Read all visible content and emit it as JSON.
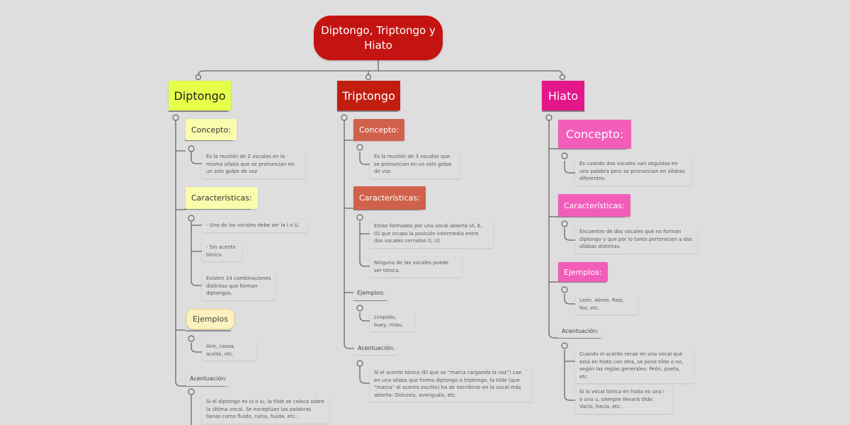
{
  "root": {
    "title": "Diptongo, Triptongo y Hiato"
  },
  "branches": {
    "diptongo": {
      "title": "Diptongo",
      "concepto": {
        "label": "Concepto:",
        "text": "Es la reunión de 2 vocales en la misma sílaba que se pronuncian en un solo golpe de voz"
      },
      "caracteristicas": {
        "label": "Características:",
        "items": [
          "- Una de las vocales debe ser la  i  o U.",
          "- Sin acento tónico.",
          "Existen 14 combinaciones distintas que forman diptongos."
        ]
      },
      "ejemplos": {
        "label": "Ejemplos",
        "text": "Aire, causa, aceite, etc."
      },
      "acentuacion": {
        "label": "Acentuación:",
        "text": "Si el diptongo es ui o iu, la tilde se coloca sobre la última vocal.  Se exceptúan las palabras llanas como fluido, ruina, huida, etc.:"
      }
    },
    "triptongo": {
      "title": "Triptongo",
      "concepto": {
        "label": "Concepto:",
        "text": "Es la reunión de 3 vocales que se pronuncian en un solo golpe de voz."
      },
      "caracteristicas": {
        "label": "Características:",
        "items": [
          "Están formados por una vocal abierta (A, E, O) que ocupa la posición intermedia entre dos vocales cerradas (I, U)",
          "Ninguna de las vocales puede ser tónica."
        ]
      },
      "ejemplos": {
        "label": "Ejemplos:",
        "text": "Limpiáis, buey, miau."
      },
      "acentuacion": {
        "label": "Acentuación:",
        "text": "Si el acento tónico (El que se “marca cargando la voz”) cae en una sílaba que forma diptongo o triptongo, la tilde (que “marca” el acento escrito) ha de escribirse en la vocal más abierta: Diócesis, averiguáis, etc."
      }
    },
    "hiato": {
      "title": "Hiato",
      "concepto": {
        "label": "Concepto:",
        "text": "Es cuando dos vocales van seguidas en una palabra pero se pronuncian en sílabas diferentes."
      },
      "caracteristicas": {
        "label": "Características:",
        "text": "Encuentro de  dos vocales que no forman diptongo y que por lo tanto pertenecen a dos sílabas distintas."
      },
      "ejemplos": {
        "label": "Ejemplos:",
        "text": "León, Aéreo, Raíz, feo, etc."
      },
      "acentuacion": {
        "label": "Acentuación:",
        "items": [
          "Cuando el acento recae en una vocal que está en hiato con otra, se pone tilde o no, según las reglas generales: Peón, poeta, etc.",
          "Si la vocal tónica en hiato es una i o una u, siempre llevará tilde:  Vacío, hacía, etc."
        ]
      }
    }
  },
  "colors": {
    "root": "#c41411",
    "diptongo": "#e6ff4a",
    "diptongo_sub": "#fbfbad",
    "diptongo_ejemplos": "#fdf1bf",
    "triptongo": "#c21e0f",
    "triptongo_sub": "#d0614b",
    "hiato": "#e3168a",
    "hiato_sub": "#f25dba"
  }
}
